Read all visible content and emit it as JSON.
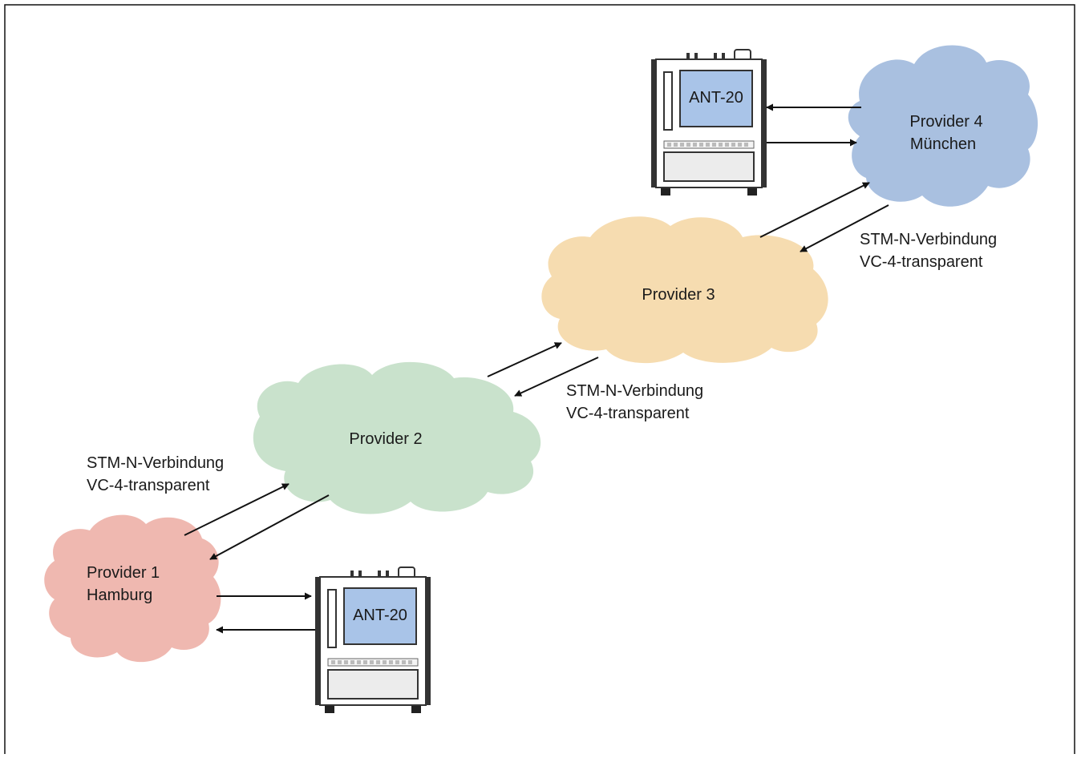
{
  "providers": {
    "p1": {
      "line1": "Provider 1",
      "line2": "Hamburg",
      "color": "#efb8b0"
    },
    "p2": {
      "line1": "Provider 2",
      "color": "#c9e2cc"
    },
    "p3": {
      "line1": "Provider 3",
      "color": "#f6dcb0"
    },
    "p4": {
      "line1": "Provider 4",
      "line2": "München",
      "color": "#a9c0e0"
    }
  },
  "devices": {
    "top": {
      "label": "ANT-20"
    },
    "bottom": {
      "label": "ANT-20"
    },
    "screen_color": "#a9c4e8",
    "body_color": "#ffffff"
  },
  "links": {
    "p1_p2": {
      "line1": "STM-N-Verbindung",
      "line2": "VC-4-transparent"
    },
    "p2_p3": {
      "line1": "STM-N-Verbindung",
      "line2": "VC-4-transparent"
    },
    "p3_p4": {
      "line1": "STM-N-Verbindung",
      "line2": "VC-4-transparent"
    }
  }
}
